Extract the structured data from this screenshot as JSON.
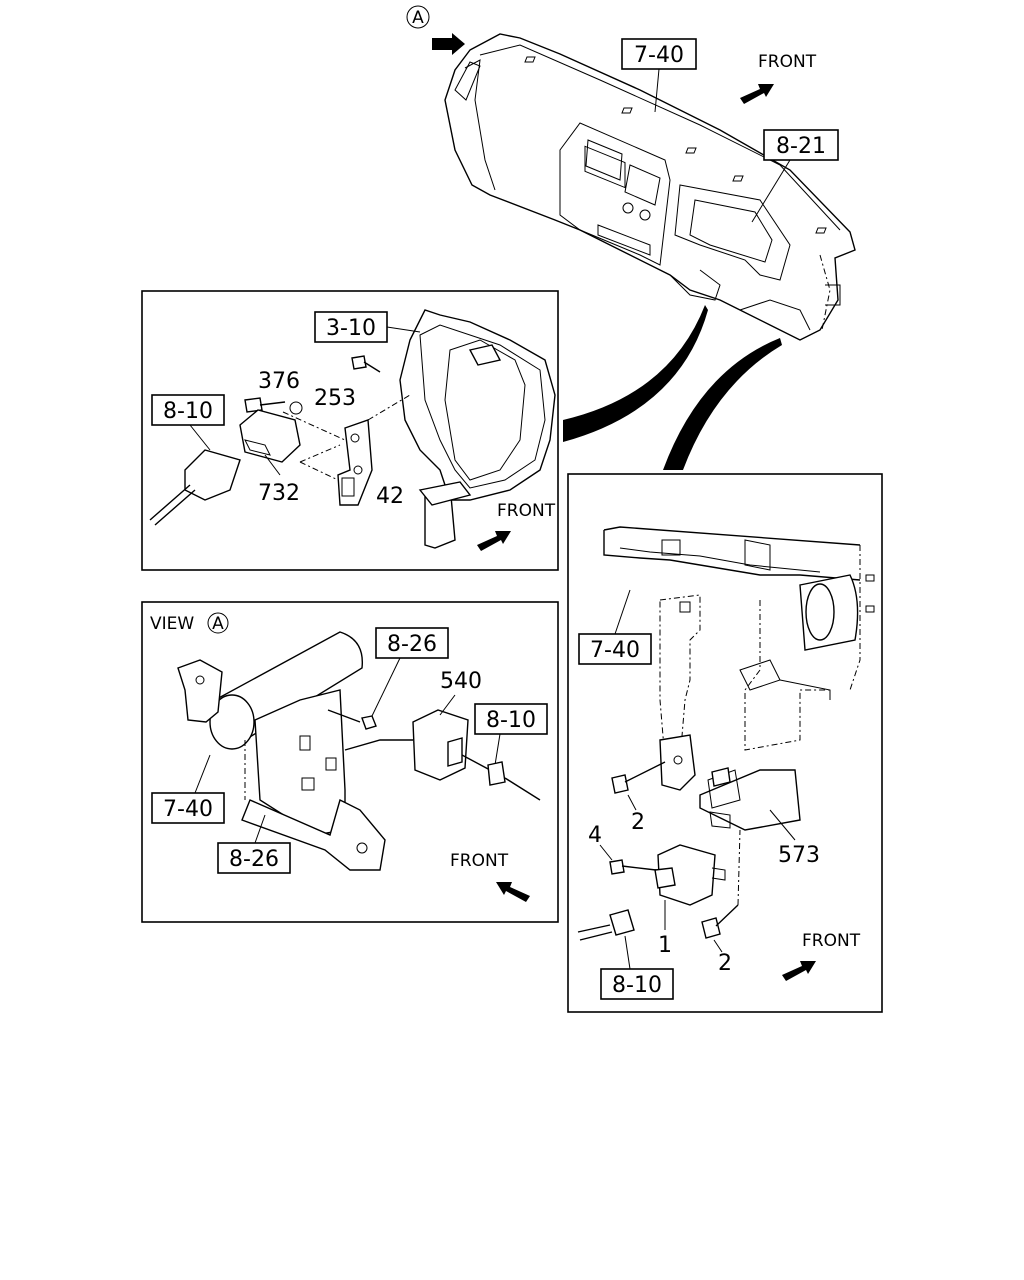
{
  "callouts": {
    "view_a_marker": "A",
    "top_ref_7_40": "7-40",
    "top_ref_8_21": "8-21",
    "top_front": "FRONT",
    "inset1_ref_3_10": "3-10",
    "inset1_ref_8_10": "8-10",
    "inset1_part_376": "376",
    "inset1_part_253": "253",
    "inset1_part_732": "732",
    "inset1_part_42": "42",
    "inset1_front": "FRONT",
    "inset2_view": "VIEW",
    "inset2_view_marker": "A",
    "inset2_ref_8_26_top": "8-26",
    "inset2_part_540": "540",
    "inset2_ref_8_10": "8-10",
    "inset2_ref_7_40": "7-40",
    "inset2_ref_8_26_bottom": "8-26",
    "inset2_front": "FRONT",
    "inset3_ref_7_40": "7-40",
    "inset3_part_2_top": "2",
    "inset3_part_573": "573",
    "inset3_part_4": "4",
    "inset3_part_1": "1",
    "inset3_part_2_bottom": "2",
    "inset3_front": "FRONT",
    "inset3_ref_8_10": "8-10"
  }
}
